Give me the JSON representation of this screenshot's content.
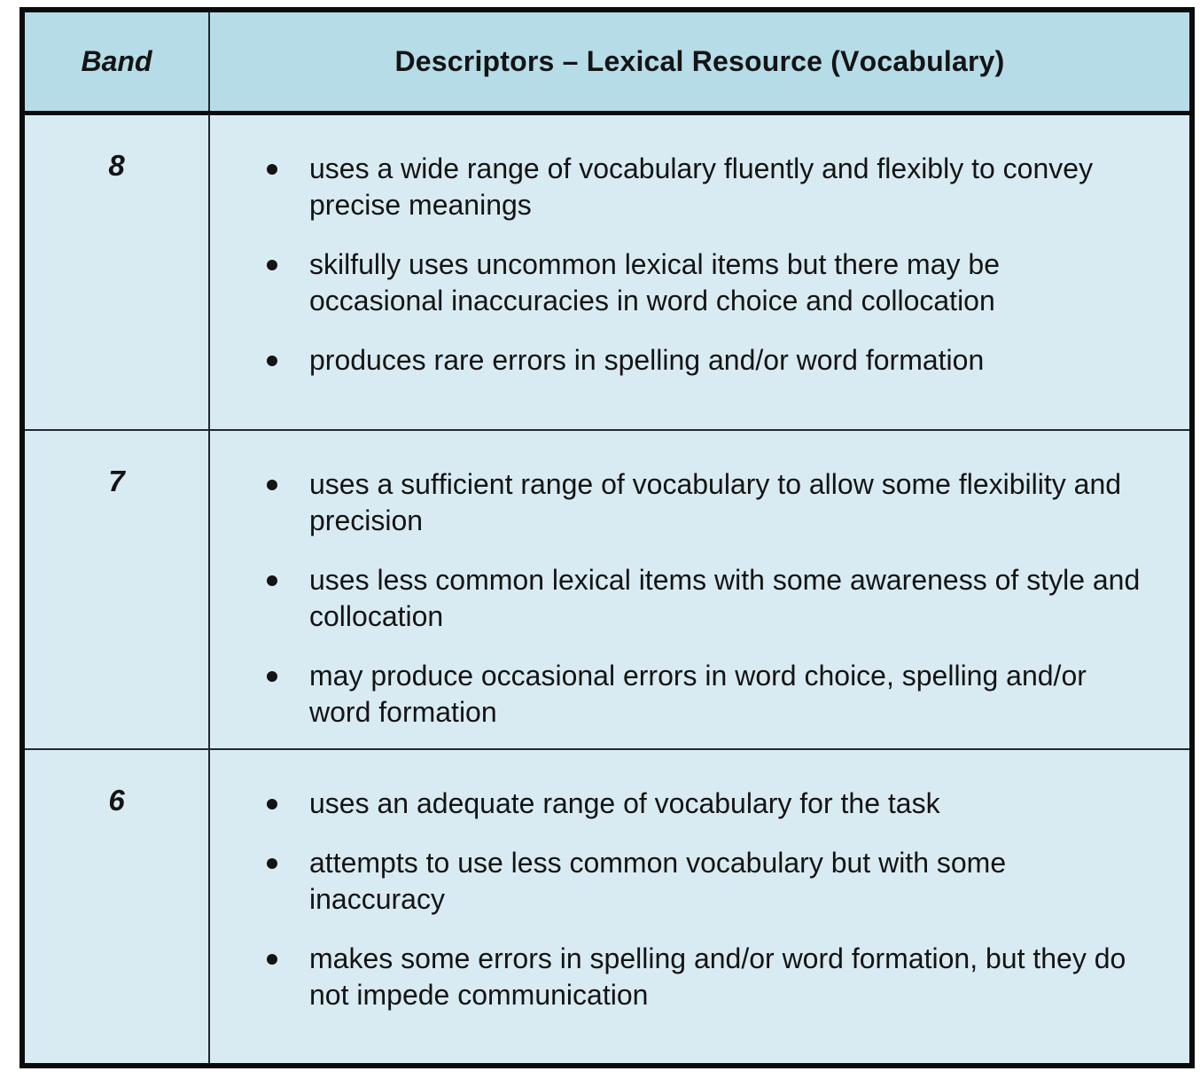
{
  "colors": {
    "header_bg": "#b6dce8",
    "row_bg": "#d9ebf2",
    "border_strong": "#0b0b0b",
    "border_thin": "#1f2a2e",
    "text": "#141414",
    "page_bg": "#ffffff"
  },
  "table": {
    "header": {
      "band": "Band",
      "descriptors": "Descriptors – Lexical Resource (Vocabulary)"
    },
    "rows": [
      {
        "band": "8",
        "bullets": [
          "uses a wide range of vocabulary fluently and flexibly to convey precise meanings",
          "skilfully uses uncommon lexical items but there may be occasional inaccuracies in word choice and collocation",
          "produces rare errors in spelling and/or word formation"
        ]
      },
      {
        "band": "7",
        "bullets": [
          "uses a sufficient range of vocabulary to allow some flexibility and precision",
          "uses less common lexical items with some awareness of style and collocation",
          "may produce occasional errors in word choice, spelling and/or word formation"
        ]
      },
      {
        "band": "6",
        "bullets": [
          "uses an adequate range of vocabulary for the task",
          "attempts to use less common vocabulary but with some inaccuracy",
          "makes some errors in spelling and/or word formation, but they do not impede communication"
        ]
      }
    ]
  }
}
